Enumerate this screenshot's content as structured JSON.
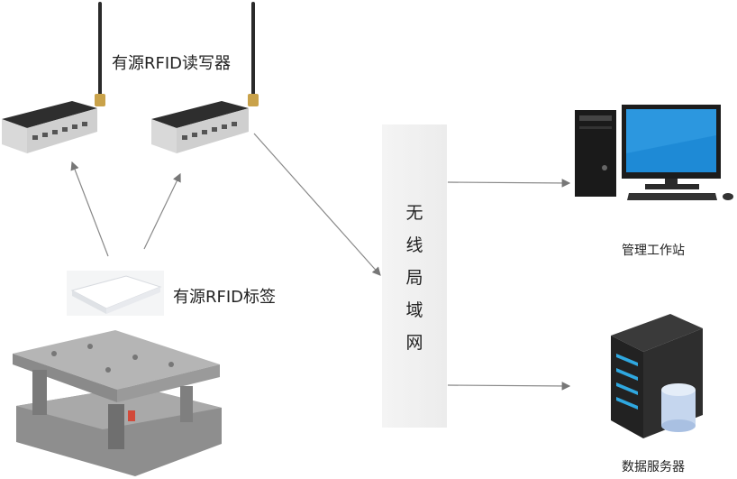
{
  "reader_label": "有源RFID读写器",
  "tag_label": "有源RFID标签",
  "wlan_label": [
    "无",
    "线",
    "局",
    "域",
    "网"
  ],
  "workstation_label": "管理工作站",
  "server_label": "数据服务器"
}
